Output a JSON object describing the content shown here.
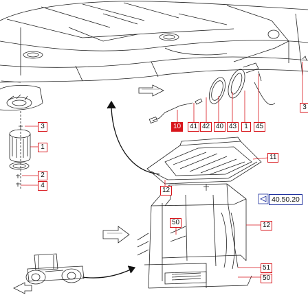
{
  "callouts": {
    "c3_left": "3",
    "c1_left": "1",
    "c2_left": "2",
    "c4_left": "4",
    "c10": "10",
    "c41": "41",
    "c42": "42",
    "c40": "40",
    "c43": "43",
    "c1_top": "1",
    "c45": "45",
    "c3_right": "3",
    "c11": "11",
    "c12_upper": "12",
    "c12_right": "12",
    "c50_upper": "50",
    "c51": "51",
    "c50_lower": "50"
  },
  "reference_box": "40.50.20",
  "colors": {
    "callout_border": "#d8151b",
    "callout_fill_highlight": "#d8151b",
    "reference_border": "#1d2f9e",
    "line_art": "#222222"
  }
}
